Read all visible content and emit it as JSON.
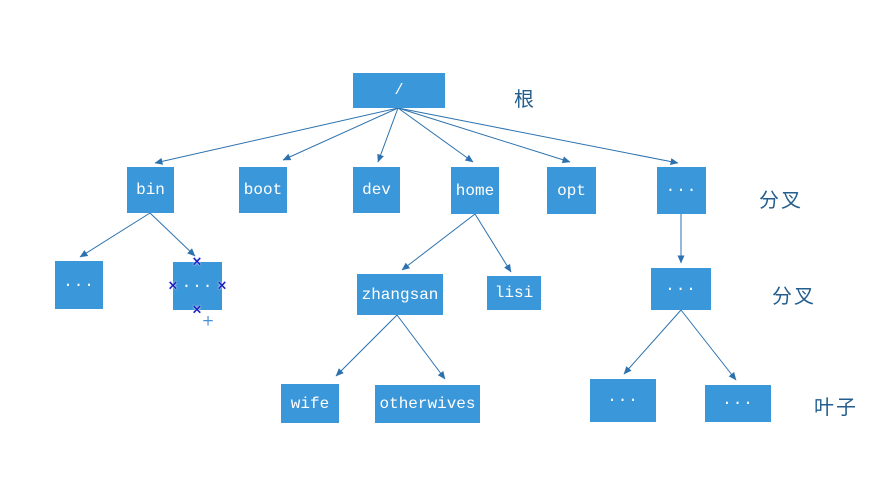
{
  "colors": {
    "node_fill": "#3a97d9",
    "node_text": "#ffffff",
    "edge": "#2d72ae",
    "annotation_text": "#235e8e",
    "selection_handle": "#1c1cc0",
    "add_handle": "#4a90d9"
  },
  "annotations": {
    "root": "根",
    "branch_row_1": "分叉",
    "branch_row_2": "分叉",
    "leaf": "叶子"
  },
  "nodes": {
    "root": {
      "label": "/"
    },
    "bin": {
      "label": "bin"
    },
    "boot": {
      "label": "boot"
    },
    "dev": {
      "label": "dev"
    },
    "home": {
      "label": "home"
    },
    "opt": {
      "label": "opt"
    },
    "more_top": {
      "label": "..."
    },
    "bin_more_1": {
      "label": "..."
    },
    "bin_more_2": {
      "label": "...",
      "selected": true
    },
    "zhangsan": {
      "label": "zhangsan"
    },
    "lisi": {
      "label": "lisi"
    },
    "more_mid": {
      "label": "..."
    },
    "wife": {
      "label": "wife"
    },
    "otherwives": {
      "label": "otherwives"
    },
    "leaf_1": {
      "label": "..."
    },
    "leaf_2": {
      "label": "..."
    }
  },
  "edges": [
    {
      "from": "root",
      "to": "bin"
    },
    {
      "from": "root",
      "to": "boot"
    },
    {
      "from": "root",
      "to": "dev"
    },
    {
      "from": "root",
      "to": "home"
    },
    {
      "from": "root",
      "to": "opt"
    },
    {
      "from": "root",
      "to": "more_top"
    },
    {
      "from": "bin",
      "to": "bin_more_1"
    },
    {
      "from": "bin",
      "to": "bin_more_2"
    },
    {
      "from": "home",
      "to": "zhangsan"
    },
    {
      "from": "home",
      "to": "lisi"
    },
    {
      "from": "more_top",
      "to": "more_mid"
    },
    {
      "from": "zhangsan",
      "to": "wife"
    },
    {
      "from": "zhangsan",
      "to": "otherwives"
    },
    {
      "from": "more_mid",
      "to": "leaf_1"
    },
    {
      "from": "more_mid",
      "to": "leaf_2"
    }
  ],
  "selection": {
    "selected_node": "bin_more_2",
    "handle_glyph": "×",
    "add_glyph": "+"
  }
}
